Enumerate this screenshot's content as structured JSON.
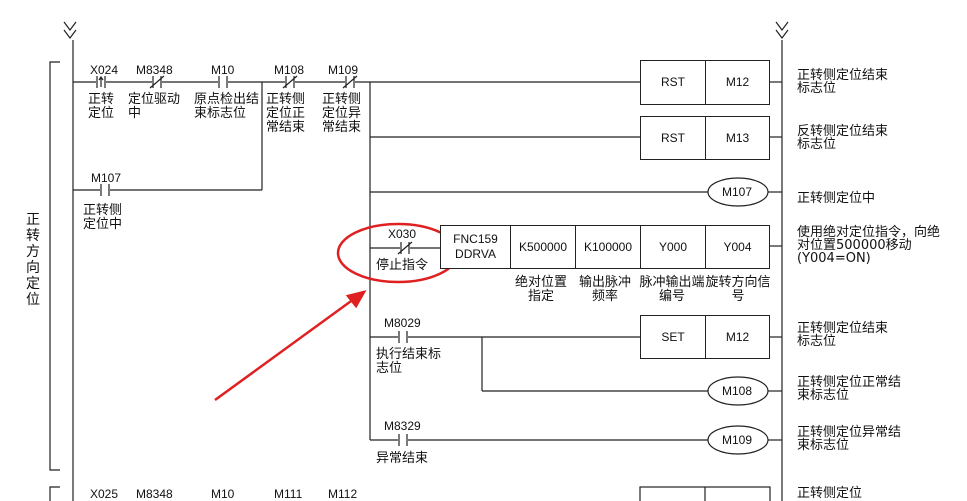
{
  "section_label": "正转方向定位",
  "rung1": {
    "contacts": [
      {
        "label": "X024",
        "comment": "正转定位"
      },
      {
        "label": "M8348",
        "comment": "定位驱动中"
      },
      {
        "label": "M10",
        "comment": "原点检出结束标志位"
      },
      {
        "label": "M108",
        "comment": "正转侧定位正常结束"
      },
      {
        "label": "M109",
        "comment": "正转侧定位异常结束"
      }
    ],
    "self_hold": {
      "label": "M107",
      "comment": "正转侧定位中"
    }
  },
  "outputs": [
    {
      "instr": "RST",
      "operand": "M12",
      "comment": "正转侧定位结束标志位"
    },
    {
      "instr": "RST",
      "operand": "M13",
      "comment": "反转侧定位结束标志位"
    },
    {
      "coil": "M107",
      "comment": "正转侧定位中"
    }
  ],
  "ddrva": {
    "stop_contact": {
      "label": "X030",
      "comment": "停止指令"
    },
    "fnc": "FNC159",
    "name": "DDRVA",
    "operands": [
      {
        "value": "K500000",
        "comment": "绝对位置指定"
      },
      {
        "value": "K100000",
        "comment": "输出脉冲频率"
      },
      {
        "value": "Y000",
        "comment": "脉冲输出端编号"
      },
      {
        "value": "Y004",
        "comment": "旋转方向信号"
      }
    ],
    "comment": "使用绝对定位指令，向绝对位置500000移动\n(Y004=ON)"
  },
  "end_rung": {
    "contact": {
      "label": "M8029",
      "comment": "执行结束标志位"
    },
    "set": {
      "instr": "SET",
      "operand": "M12",
      "comment": "正转侧定位结束标志位"
    },
    "coil": {
      "coil": "M108",
      "comment": "正转侧定位正常结束标志位"
    }
  },
  "error_rung": {
    "contact": {
      "label": "M8329",
      "comment": "异常结束"
    },
    "coil": {
      "coil": "M109",
      "comment": "正转侧定位异常结束标志位"
    }
  },
  "next_rung": {
    "contacts": [
      "X025",
      "M8348",
      "M10",
      "M111",
      "M112"
    ],
    "comment": "正转侧定位"
  },
  "annotation_color": "#e02020"
}
